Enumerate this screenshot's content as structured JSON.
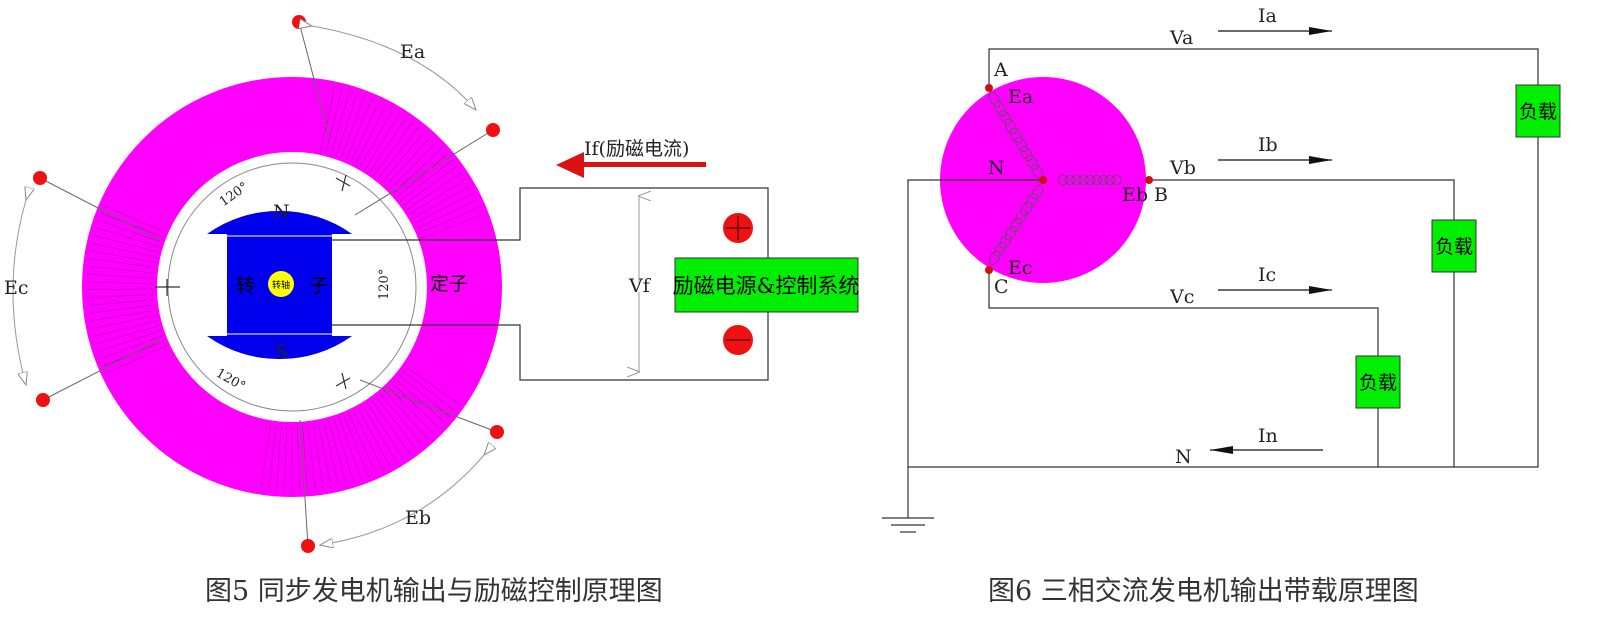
{
  "figure5": {
    "caption": "图5 同步发电机输出与励磁控制原理图",
    "phase_labels": {
      "ea": "Ea",
      "eb": "Eb",
      "ec": "Ec"
    },
    "angle_labels": [
      "120°",
      "120°",
      "120°"
    ],
    "rotor": {
      "north": "N",
      "south": "S",
      "char_left": "转",
      "char_right": "子",
      "shaft": "转轴"
    },
    "stator_label": "定子",
    "excitation_current": "If(励磁电流)",
    "field_voltage": "Vf",
    "exciter_box": "励磁电源&控制系统",
    "colors": {
      "stator": "#ff00ff",
      "rotor": "#0000ee",
      "shaft": "#ffff00",
      "exciter": "#00ee00",
      "terminal": "#ee1111",
      "arrow": "#dd1111"
    }
  },
  "figure6": {
    "caption": "图6 三相交流发电机输出带载原理图",
    "terminals": {
      "a": "A",
      "b": "B",
      "c": "C",
      "n": "N"
    },
    "emf_labels": {
      "ea": "Ea",
      "eb": "Eb",
      "ec": "Ec"
    },
    "voltages": {
      "va": "Va",
      "vb": "Vb",
      "vc": "Vc"
    },
    "currents": {
      "ia": "Ia",
      "ib": "Ib",
      "ic": "Ic",
      "in": "In"
    },
    "neutral_line": "N",
    "load_label": "负载",
    "colors": {
      "generator": "#ff00ff",
      "load": "#00ee00",
      "node": "#cc1111"
    }
  }
}
